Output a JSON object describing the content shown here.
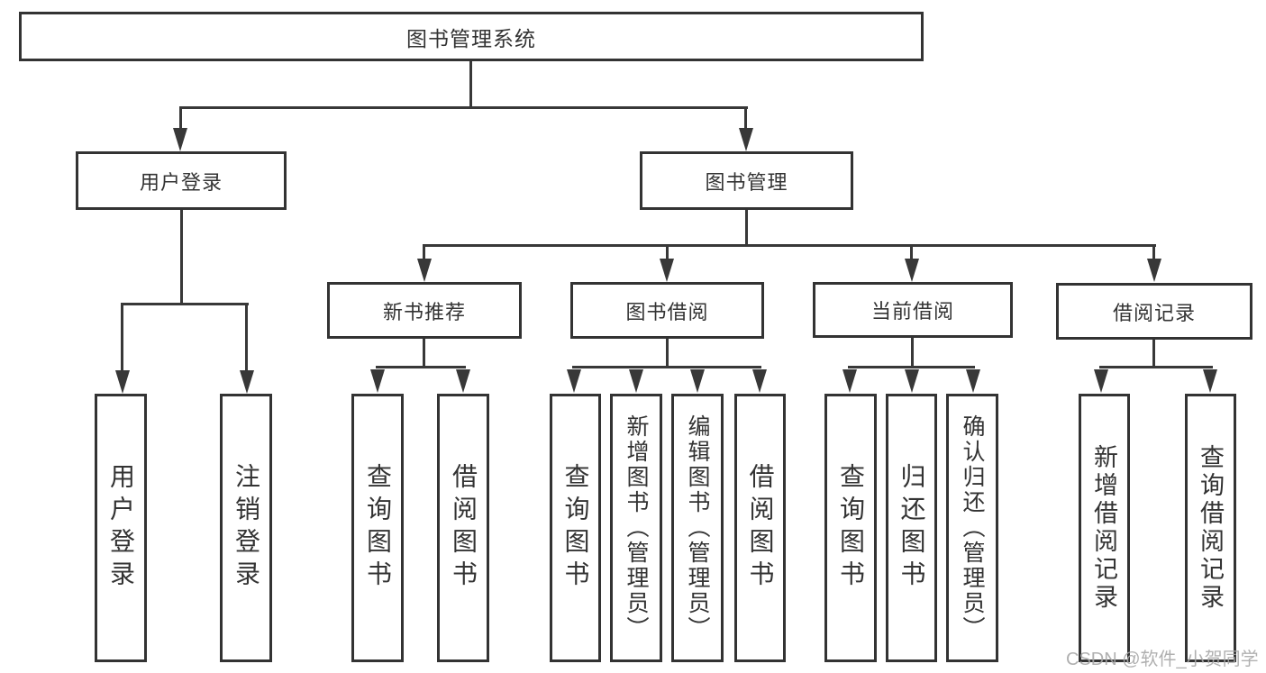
{
  "tree": {
    "label": "图书管理系统",
    "children": [
      {
        "label": "用户登录",
        "children": [
          {
            "label": "用户登录"
          },
          {
            "label": "注销登录"
          }
        ]
      },
      {
        "label": "图书管理",
        "children": [
          {
            "label": "新书推荐",
            "children": [
              {
                "label": "查询图书"
              },
              {
                "label": "借阅图书"
              }
            ]
          },
          {
            "label": "图书借阅",
            "children": [
              {
                "label": "查询图书"
              },
              {
                "label": "新增图书（管理员）"
              },
              {
                "label": "编辑图书（管理员）"
              },
              {
                "label": "借阅图书"
              }
            ]
          },
          {
            "label": "当前借阅",
            "children": [
              {
                "label": "查询图书"
              },
              {
                "label": "归还图书"
              },
              {
                "label": "确认归还（管理员）"
              }
            ]
          },
          {
            "label": "借阅记录",
            "children": [
              {
                "label": "新增借阅记录"
              },
              {
                "label": "查询借阅记录"
              }
            ]
          }
        ]
      }
    ]
  },
  "watermark": {
    "text": "CSDN @软件_小贺同学"
  },
  "colors": {
    "line": "#383838",
    "border": "#333333",
    "text": "#333333",
    "watermark": "#a8a8a8",
    "background": "#ffffff"
  }
}
